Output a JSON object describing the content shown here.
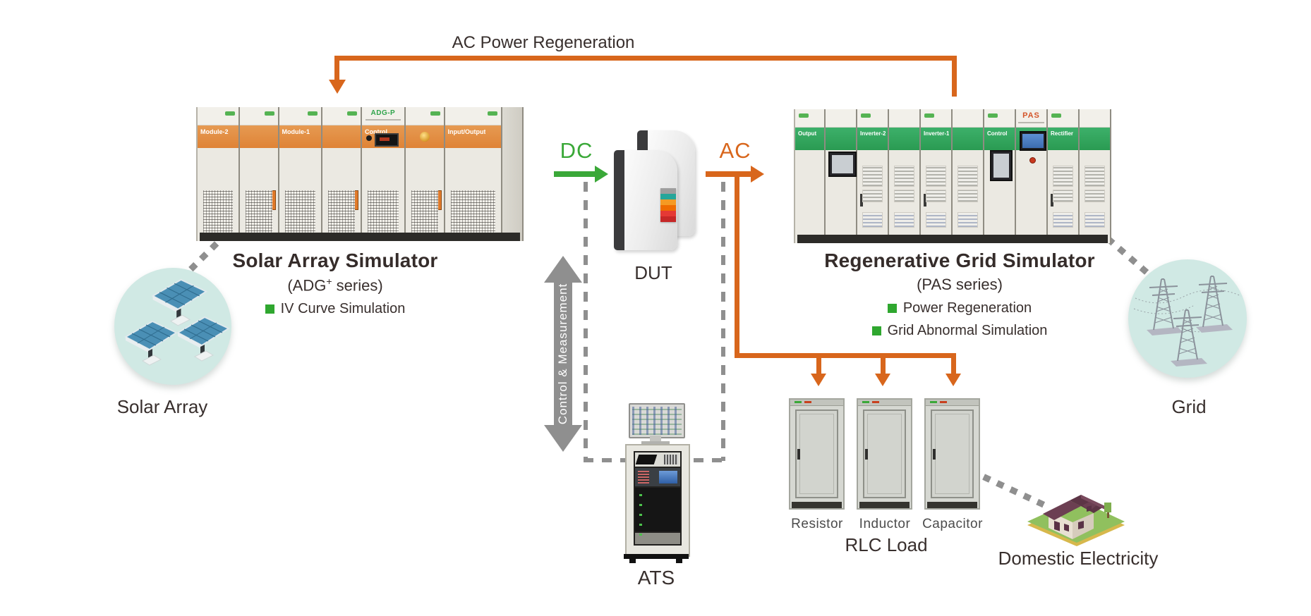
{
  "colors": {
    "arrow_orange": "#d8661c",
    "dc_green": "#3aa838",
    "band_orange": "#df8336",
    "band_green": "#2fa45c",
    "bullet_green": "#2fa72f",
    "mint_circle": "#d0e9e4",
    "gray_dash": "#8f8f8f",
    "text_dark": "#382f2d",
    "pas_brand_red": "#d4552a"
  },
  "top_arrow": {
    "label": "AC Power Regeneration"
  },
  "solar_array": {
    "label": "Solar Array"
  },
  "sas": {
    "title": "Solar Array Simulator",
    "series_prefix": "(ADG",
    "series_sup": "+",
    "series_suffix": " series)",
    "brand": "ADG-P",
    "doors": [
      "Module-2",
      "Module-1",
      "Control",
      "Input/Output"
    ],
    "features": [
      {
        "label": "IV Curve Simulation"
      }
    ]
  },
  "flow": {
    "dc_label": "DC",
    "ac_label": "AC"
  },
  "dut": {
    "label": "DUT"
  },
  "control_arrow": {
    "label": "Control & Measurement"
  },
  "ats": {
    "label": "ATS"
  },
  "rgs": {
    "title": "Regenerative Grid Simulator",
    "series": "(PAS series)",
    "brand": "PAS",
    "doors": [
      "Output",
      "Inverter-2",
      "Inverter-1",
      "Control",
      "Rectifier"
    ],
    "features": [
      {
        "label": "Power Regeneration"
      },
      {
        "label": "Grid Abnormal Simulation"
      }
    ]
  },
  "rlc": {
    "items": [
      "Resistor",
      "Inductor",
      "Capacitor"
    ],
    "label": "RLC Load"
  },
  "house": {
    "label": "Domestic Electricity"
  },
  "grid": {
    "label": "Grid"
  }
}
